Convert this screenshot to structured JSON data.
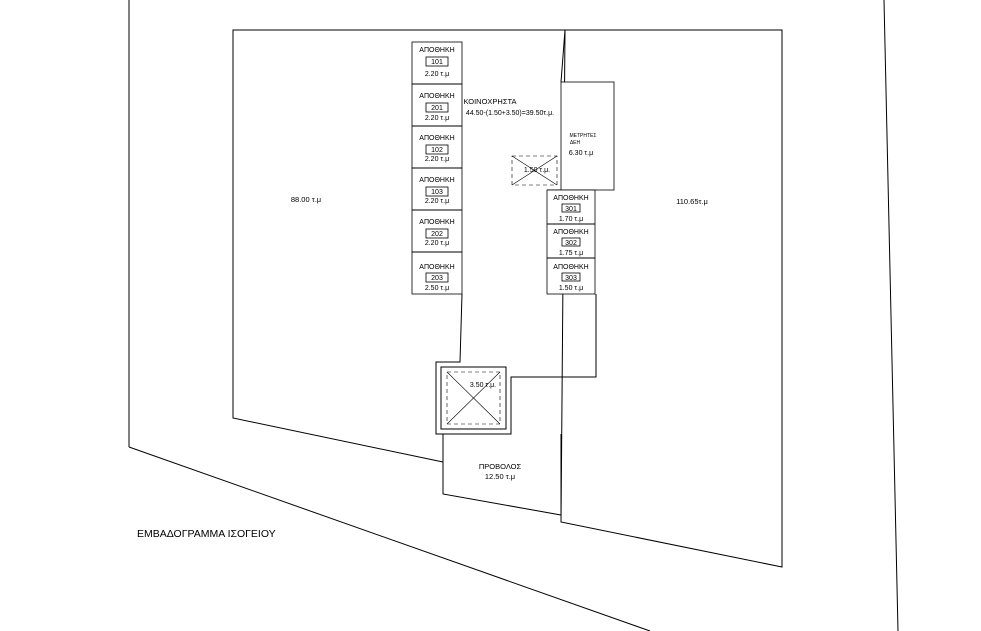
{
  "title": "ΕΜΒΑΔΟΓΡΑΜΜΑ ΙΣΟΓΕΙΟΥ",
  "left_area": "88.00 τ.μ",
  "right_area": "110.65τ.μ",
  "common": {
    "label": "ΚΟΙΝΟΧΡΗΣΤΑ",
    "formula": "44.50-(1.50+3.50)=39.50τ.μ."
  },
  "meters": {
    "line1": "ΜΕΤΡΗΤΕΣ",
    "line2": "ΔΕΗ",
    "area": "6.30 τ.μ"
  },
  "shaft_small": "1.50 τ.μ.",
  "shaft_large": "3.50 τ.μ.",
  "projection": {
    "label": "ΠΡΟΒΟΛΟΣ",
    "area": "12.50 τ.μ"
  },
  "storage_label": "ΑΠΟΘΗΚΗ",
  "storage_left": [
    {
      "number": "101",
      "area": "2.20 τ.μ"
    },
    {
      "number": "201",
      "area": "2.20 τ.μ"
    },
    {
      "number": "102",
      "area": "2.20 τ.μ"
    },
    {
      "number": "103",
      "area": "2.20 τ.μ"
    },
    {
      "number": "202",
      "area": "2.20 τ.μ"
    },
    {
      "number": "203",
      "area": "2.50 τ.μ"
    }
  ],
  "storage_right": [
    {
      "number": "301",
      "area": "1.70 τ.μ"
    },
    {
      "number": "302",
      "area": "1.75 τ.μ"
    },
    {
      "number": "303",
      "area": "1.50 τ.μ"
    }
  ]
}
